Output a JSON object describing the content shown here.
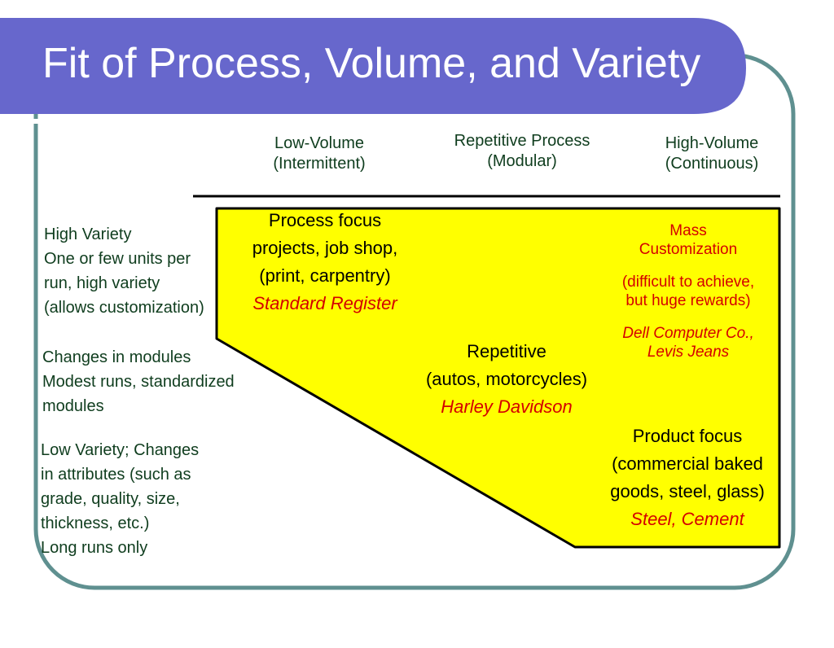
{
  "title": "Fit of Process, Volume, and Variety",
  "columns": [
    {
      "line1": "Low-Volume",
      "line2": "(Intermittent)"
    },
    {
      "line1": "Repetitive Process",
      "line2": "(Modular)"
    },
    {
      "line1": "High-Volume",
      "line2": "(Continuous)"
    }
  ],
  "rows": [
    [
      "High Variety",
      "One or few units per",
      "run, high variety",
      "(allows customization)"
    ],
    [
      "Changes in modules",
      "Modest runs, standardized",
      "modules"
    ],
    [
      "Low Variety; Changes",
      "in attributes (such as",
      "grade, quality, size,",
      "thickness, etc.)",
      "Long runs only"
    ]
  ],
  "cells": {
    "process_focus": {
      "lines": [
        "Process focus",
        "projects, job shop,",
        "(print, carpentry)"
      ],
      "example": "Standard Register"
    },
    "repetitive": {
      "lines": [
        "Repetitive",
        "(autos, motorcycles)"
      ],
      "example": "Harley Davidson"
    },
    "mass_customization": {
      "heading": [
        "Mass",
        "Customization"
      ],
      "note": [
        "(difficult to achieve,",
        "but huge rewards)"
      ],
      "examples": [
        "Dell Computer Co.,",
        "Levis Jeans"
      ]
    },
    "product_focus": {
      "lines": [
        "Product focus",
        "(commercial baked",
        "goods, steel, glass)"
      ],
      "example": "Steel, Cement"
    }
  },
  "colors": {
    "title_bar": "#6767cc",
    "frame": "#5f9090",
    "region_fill": "#ffff00",
    "example_text": "#d40000",
    "label_text": "#0f3d1e"
  }
}
